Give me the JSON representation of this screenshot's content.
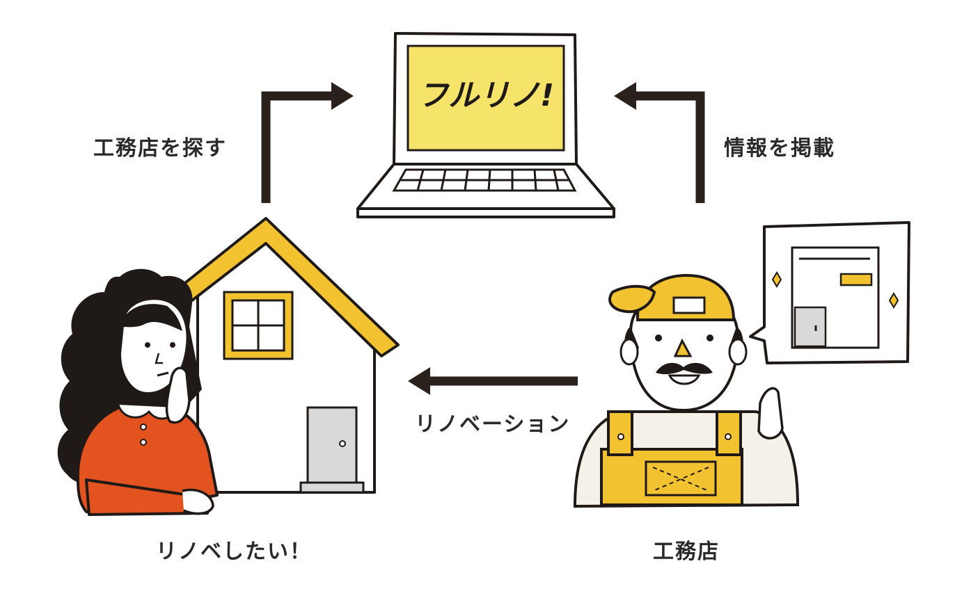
{
  "diagram": {
    "screen_logo": "フルリノ!",
    "arrow_search_label": "工務店を探す",
    "arrow_post_label": "情報を掲載",
    "arrow_renovation_label": "リノベーション",
    "homeowner_caption": "リノベしたい！",
    "builder_caption": "工務店"
  },
  "colors": {
    "accent_yellow": "#f2c230",
    "screen_yellow": "#f5e36a",
    "shirt_orange": "#e2531f",
    "ink": "#1f1a17",
    "door_gray": "#d9d9d9",
    "arrow": "#2a211d"
  }
}
